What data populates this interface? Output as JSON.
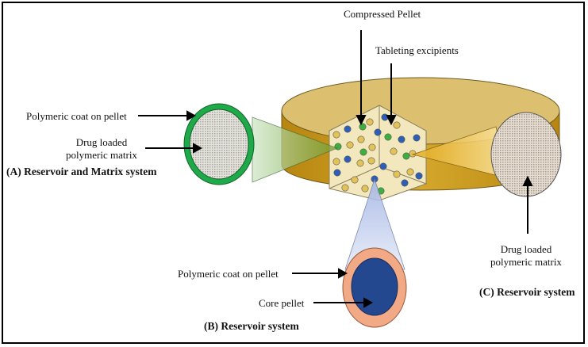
{
  "diagram": {
    "labels": {
      "compressed_pellet": "Compressed Pellet",
      "tableting_excipients": "Tableting excipients",
      "a_coat": "Polymeric coat on pellet",
      "a_matrix_line1": "Drug loaded",
      "a_matrix_line2": "polymeric matrix",
      "a_title": "(A) Reservoir and Matrix system",
      "b_coat": "Polymeric coat on pellet",
      "b_core": "Core pellet",
      "b_title": "(B) Reservoir system",
      "c_matrix_line1": "Drug loaded",
      "c_matrix_line2": "polymeric matrix",
      "c_title": "(C) Reservoir system"
    },
    "colors": {
      "tablet_top": "#d9bd6a",
      "tablet_side": "#c79a16",
      "cut_face": "#f3e8bd",
      "pellet_green": "#3fae3f",
      "pellet_blue": "#2f5fb5",
      "pellet_yellow": "#e3c257",
      "a_coat": "#1faa4a",
      "b_coat": "#f2a985",
      "b_core": "#24488f",
      "matrix_fill": "#d9d4cc"
    }
  }
}
